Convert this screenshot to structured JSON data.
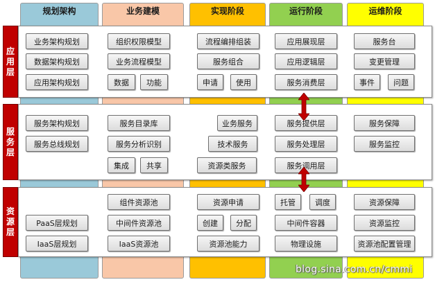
{
  "columns": [
    {
      "label": "规划架构",
      "color": "#9ac9d9"
    },
    {
      "label": "业务建模",
      "color": "#f9c7a8"
    },
    {
      "label": "实现阶段",
      "color": "#ffc000"
    },
    {
      "label": "运行阶段",
      "color": "#92d050"
    },
    {
      "label": "运维阶段",
      "color": "#ffff00"
    }
  ],
  "layers": {
    "application": "应用层",
    "service": "服务层",
    "resource": "资源层"
  },
  "application": {
    "planning": [
      "业务架构规划",
      "数据架构规划",
      "应用架构规划"
    ],
    "modeling": [
      "组织权限模型",
      "业务流程模型",
      "数据",
      "功能"
    ],
    "implementation": [
      "流程编排组装",
      "服务组合",
      "申请",
      "使用"
    ],
    "runtime": [
      "应用展现层",
      "应用逻辑层",
      "服务消费层"
    ],
    "operation": [
      "服务台",
      "变更管理",
      "事件",
      "问题"
    ]
  },
  "service": {
    "planning": [
      "服务架构规划",
      "服务总线规划"
    ],
    "modeling": [
      "服务目录库",
      "服务分析识别",
      "集成",
      "共享"
    ],
    "implementation": [
      "业务服务",
      "技术服务",
      "资源类服务"
    ],
    "runtime": [
      "服务提供层",
      "服务处理层",
      "服务调用层"
    ],
    "operation": [
      "服务保障",
      "服务监控"
    ]
  },
  "resource": {
    "planning": [
      "PaaS层规划",
      "IaaS层规划"
    ],
    "modeling": [
      "组件资源池",
      "中间件资源池",
      "IaaS资源池"
    ],
    "implementation": [
      "资源申请",
      "创建",
      "分配",
      "资源池能力"
    ],
    "runtime": [
      "托管",
      "调度",
      "中间件容器",
      "物理设施"
    ],
    "operation": [
      "资源保障",
      "资源监控",
      "资源池配置管理"
    ]
  },
  "watermark": "blog.sina.com.cn/cmmi",
  "colors": {
    "arrow": "#c00000",
    "layer_label": "#c00000"
  }
}
